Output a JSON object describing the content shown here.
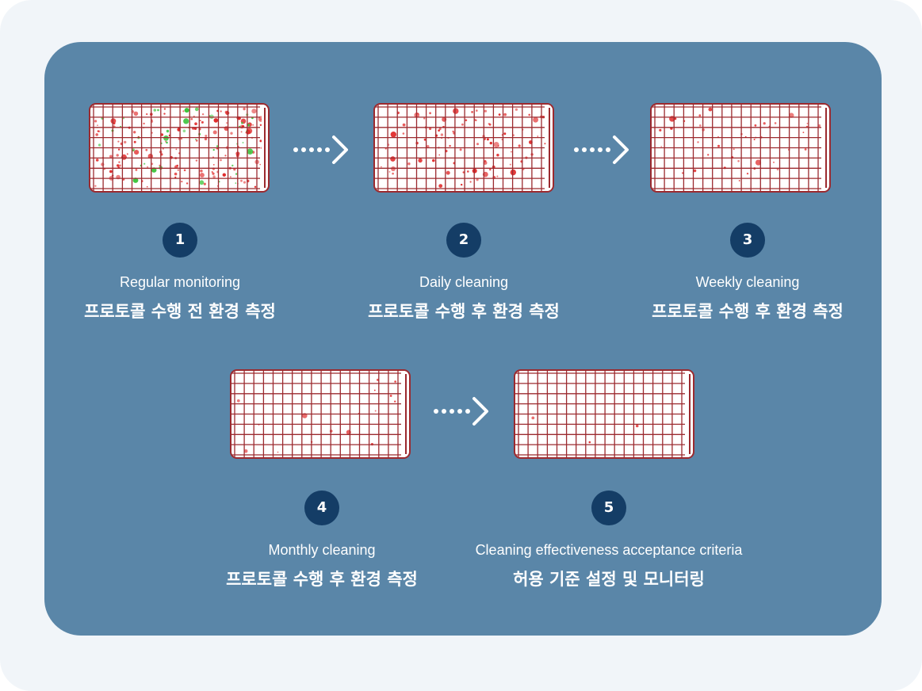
{
  "steps": [
    {
      "number": "1",
      "en": "Regular monitoring",
      "ko": "프로토콜 수행 전 환경 측정"
    },
    {
      "number": "2",
      "en": "Daily cleaning",
      "ko": "프로토콜 수행 후 환경 측정"
    },
    {
      "number": "3",
      "en": "Weekly cleaning",
      "ko": "프로토콜 수행 후 환경 측정"
    },
    {
      "number": "4",
      "en": "Monthly cleaning",
      "ko": "프로토콜 수행 후 환경 측정"
    },
    {
      "number": "5",
      "en": "Cleaning effectiveness acceptance criteria",
      "ko": "허용 기준 설정 및 모니터링"
    }
  ],
  "colors": {
    "panel": "#5a86a8",
    "badge": "#143d66",
    "grid": "#9c2a2f",
    "red_dot": "#e02a2a",
    "green_dot": "#3ec43e"
  }
}
